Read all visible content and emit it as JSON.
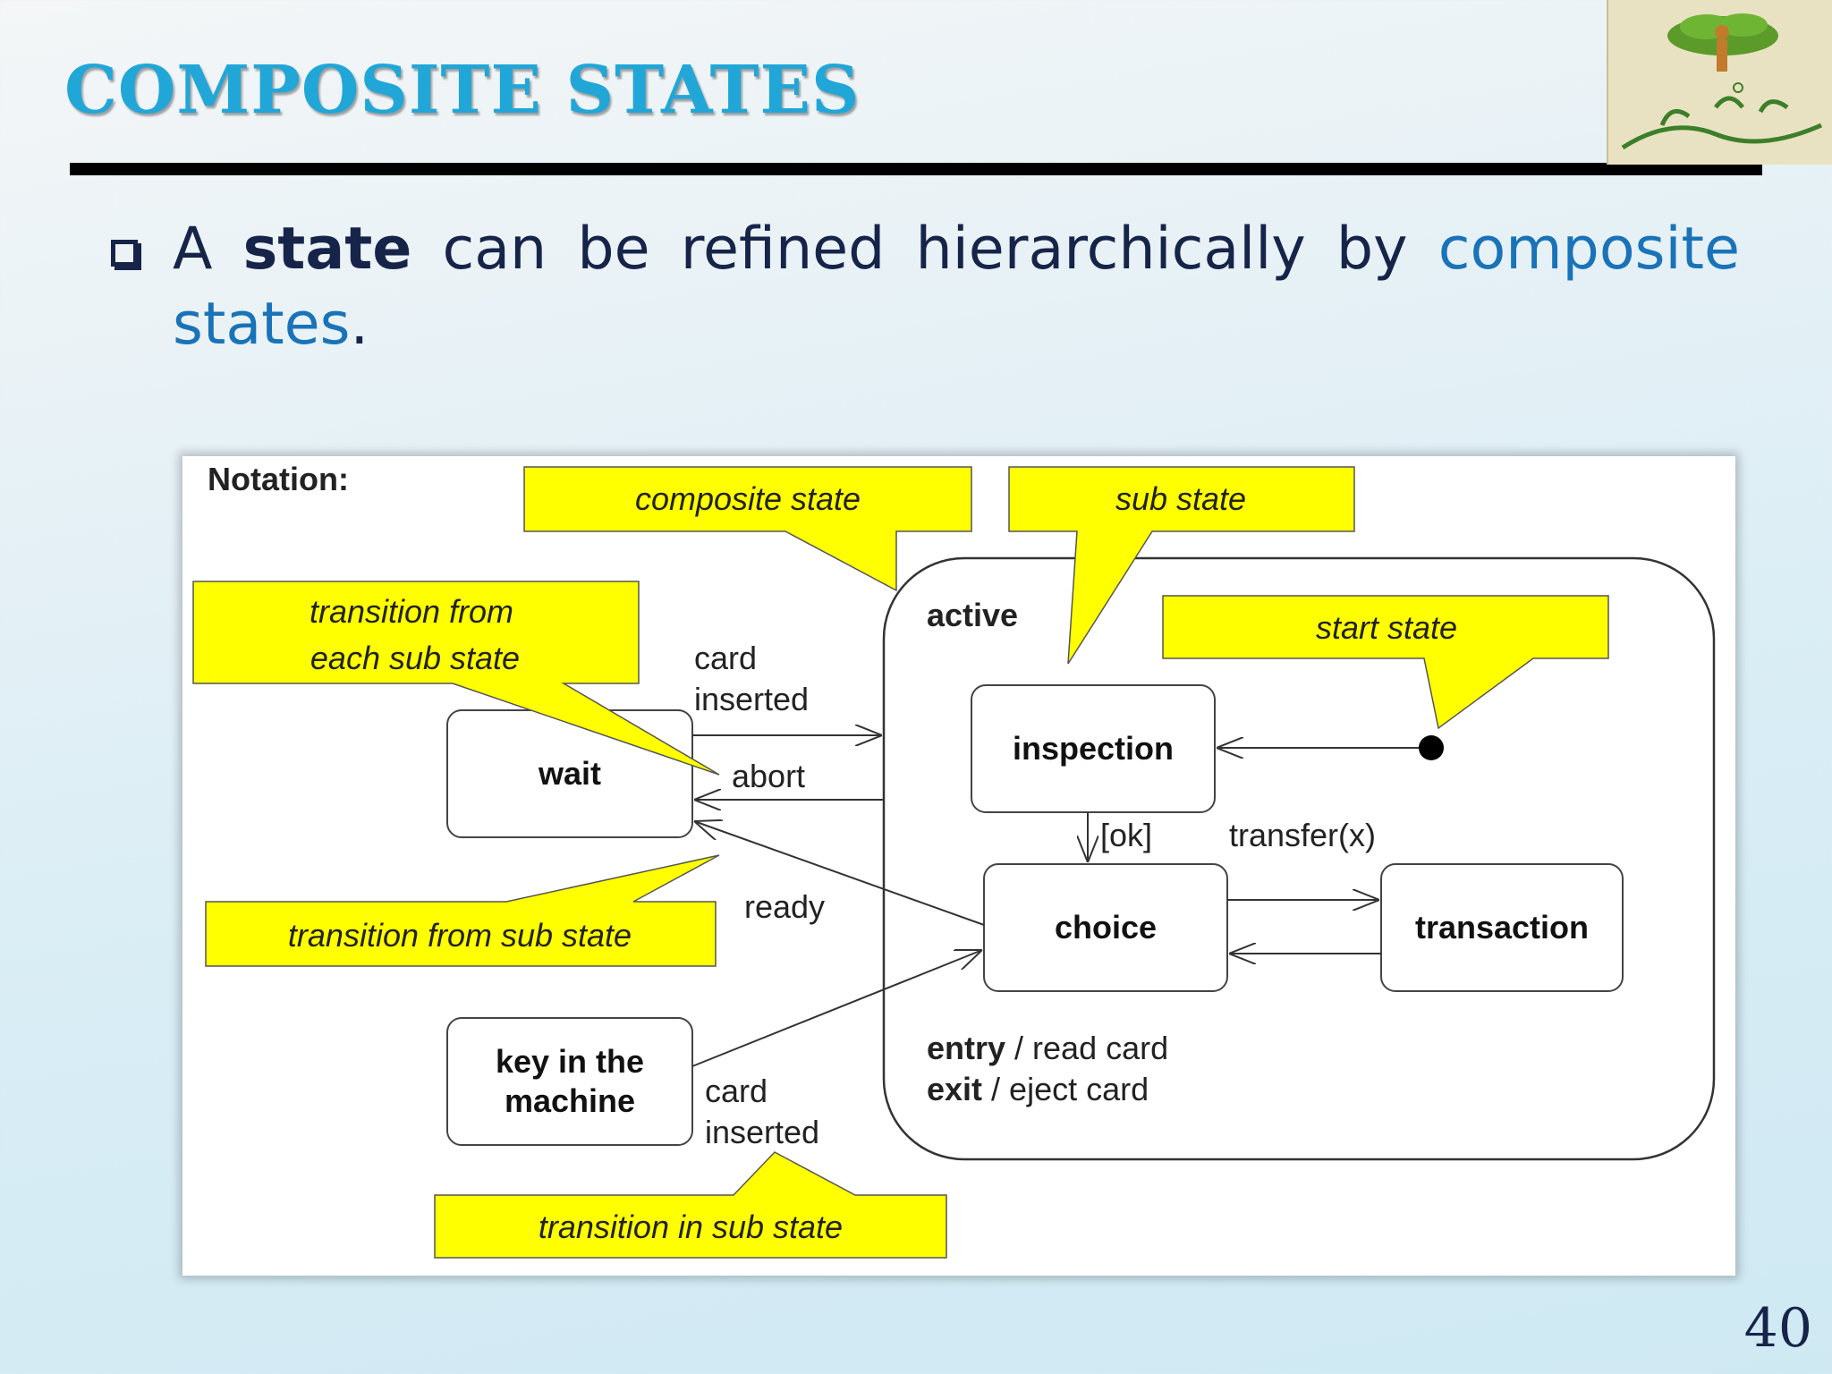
{
  "slide": {
    "title": "COMPOSITE STATES",
    "bullet": {
      "prefix": "A ",
      "keyword": "state",
      "middle": " can be refined hierarchically by ",
      "highlight": "composite states",
      "suffix": "."
    },
    "page_number": "40"
  },
  "colors": {
    "title": "#21a6d8",
    "text": "#17244a",
    "highlight": "#1a73b8",
    "callout_fill": "#ffff00",
    "rule": "#000000"
  },
  "diagram": {
    "notation_label": "Notation:",
    "composite_state": {
      "name": "active",
      "entry_keyword": "entry",
      "entry_action": " / read card",
      "exit_keyword": "exit",
      "exit_action": " / eject card"
    },
    "states": {
      "wait": "wait",
      "key_in_machine_line1": "key in the",
      "key_in_machine_line2": "machine",
      "inspection": "inspection",
      "choice": "choice",
      "transaction": "transaction"
    },
    "transitions": {
      "card_inserted_top_line1": "card",
      "card_inserted_top_line2": "inserted",
      "abort": "abort",
      "ok": "[ok]",
      "transfer": "transfer(x)",
      "ready": "ready",
      "card_inserted_bottom_line1": "card",
      "card_inserted_bottom_line2": "inserted"
    },
    "callouts": {
      "composite_state": "composite state",
      "sub_state": "sub state",
      "start_state": "start state",
      "transition_each_line1": "transition from",
      "transition_each_line2": "each sub state",
      "transition_from_sub": "transition from sub state",
      "transition_in_sub": "transition in sub state"
    }
  }
}
